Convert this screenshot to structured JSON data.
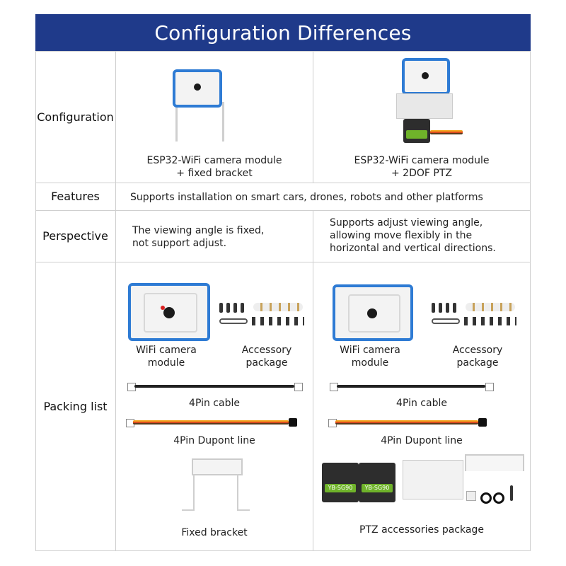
{
  "title": "Configuration Differences",
  "rows": {
    "configuration": "Configuration",
    "features": "Features",
    "perspective": "Perspective",
    "packing": "Packing list"
  },
  "config": {
    "left_line1": "ESP32-WiFi camera module",
    "left_line2": "+ fixed bracket",
    "right_line1": "ESP32-WiFi camera module",
    "right_line2": "+ 2DOF PTZ"
  },
  "features_text": "Supports installation on smart cars, drones, robots and other platforms",
  "perspective": {
    "left_line1": "The viewing angle is fixed,",
    "left_line2": "not support adjust.",
    "right_line1": "Supports adjust viewing angle,",
    "right_line2": "allowing move flexibly in the",
    "right_line3": "horizontal and vertical directions."
  },
  "packing": {
    "wifi_line1": "WiFi camera",
    "wifi_line2": "module",
    "acc_line1": "Accessory",
    "acc_line2": "package",
    "cable": "4Pin cable",
    "dupont": "4Pin Dupont line",
    "fixed_bracket": "Fixed bracket",
    "ptz_package": "PTZ accessories package",
    "servo_label": "YB-SG90"
  },
  "colors": {
    "header_bg": "#1f3a8a",
    "module_blue": "#2e7bd4",
    "servo_green": "#6fb32a"
  }
}
